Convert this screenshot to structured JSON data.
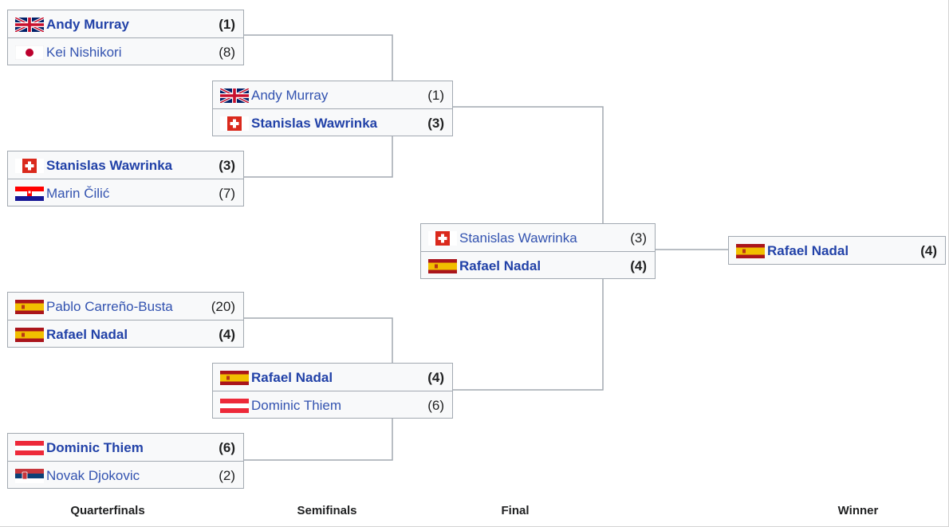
{
  "rounds": [
    "Quarterfinals",
    "Semifinals",
    "Final",
    "Winner"
  ],
  "quarterfinals": [
    {
      "players": [
        {
          "flag": "gb-flag-icon",
          "name": "Andy Murray",
          "seed": "(1)",
          "winner": true
        },
        {
          "flag": "jp-flag-icon",
          "name": "Kei Nishikori",
          "seed": "(8)",
          "winner": false
        }
      ]
    },
    {
      "players": [
        {
          "flag": "ch-flag-icon",
          "name": "Stanislas Wawrinka",
          "seed": "(3)",
          "winner": true
        },
        {
          "flag": "hr-flag-icon",
          "name": "Marin Čilić",
          "seed": "(7)",
          "winner": false
        }
      ]
    },
    {
      "players": [
        {
          "flag": "es-flag-icon",
          "name": "Pablo Carreño-Busta",
          "seed": "(20)",
          "winner": false
        },
        {
          "flag": "es-flag-icon",
          "name": "Rafael Nadal",
          "seed": "(4)",
          "winner": true
        }
      ]
    },
    {
      "players": [
        {
          "flag": "at-flag-icon",
          "name": "Dominic Thiem",
          "seed": "(6)",
          "winner": true
        },
        {
          "flag": "rs-flag-icon",
          "name": "Novak Djokovic",
          "seed": "(2)",
          "winner": false
        }
      ]
    }
  ],
  "semifinals": [
    {
      "players": [
        {
          "flag": "gb-flag-icon",
          "name": "Andy Murray",
          "seed": "(1)",
          "winner": false
        },
        {
          "flag": "ch-flag-icon",
          "name": "Stanislas Wawrinka",
          "seed": "(3)",
          "winner": true
        }
      ]
    },
    {
      "players": [
        {
          "flag": "es-flag-icon",
          "name": "Rafael Nadal",
          "seed": "(4)",
          "winner": true
        },
        {
          "flag": "at-flag-icon",
          "name": "Dominic Thiem",
          "seed": "(6)",
          "winner": false
        }
      ]
    }
  ],
  "final": [
    {
      "players": [
        {
          "flag": "ch-flag-icon",
          "name": "Stanislas Wawrinka",
          "seed": "(3)",
          "winner": false
        },
        {
          "flag": "es-flag-icon",
          "name": "Rafael Nadal",
          "seed": "(4)",
          "winner": true
        }
      ]
    }
  ],
  "winner": {
    "flag": "es-flag-icon",
    "name": "Rafael Nadal",
    "seed": "(4)"
  },
  "colors": {
    "link": "#3353b0",
    "border": "#a2a9b1",
    "cell_bg": "#f8f9fa",
    "line": "#a2a9b1"
  }
}
